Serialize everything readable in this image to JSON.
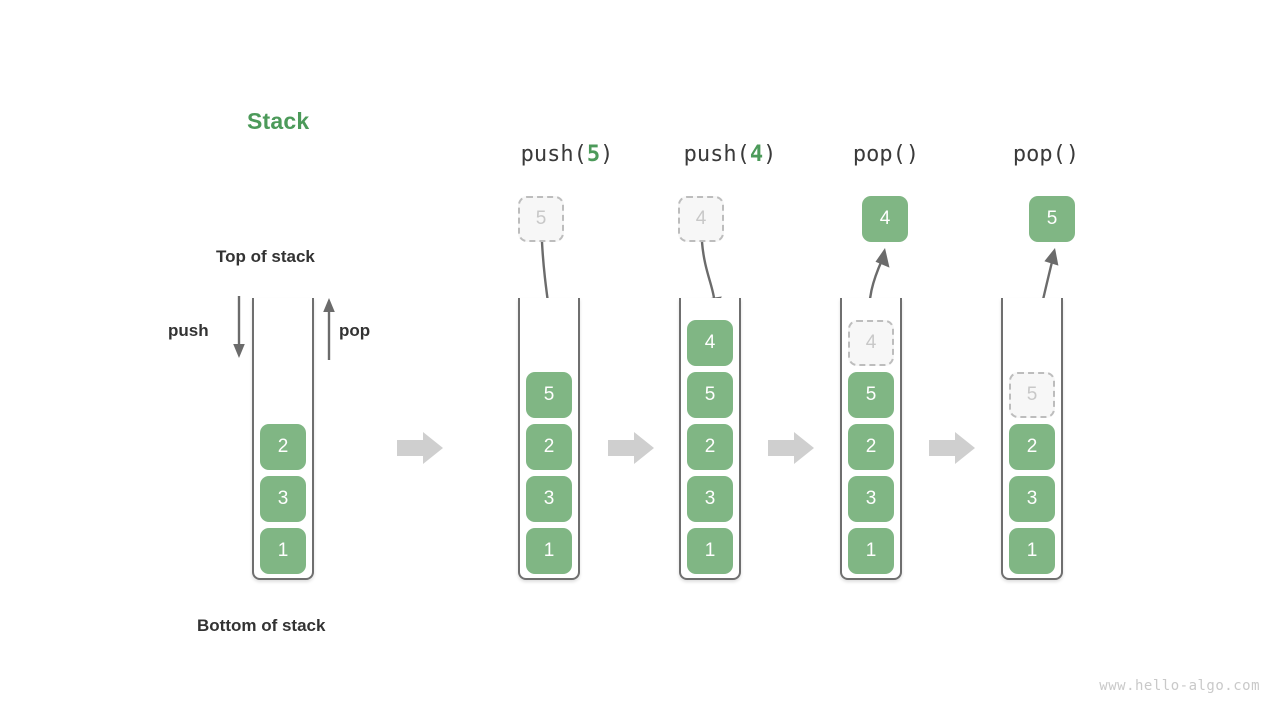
{
  "page": {
    "title": "Stack",
    "title_color": "#4c9a5a",
    "background": "#ffffff",
    "watermark": "www.hello-algo.com"
  },
  "labels": {
    "top_of_stack": "Top of stack",
    "bottom_of_stack": "Bottom of stack",
    "push": "push",
    "pop": "pop"
  },
  "colors": {
    "cell_fill": "#80b684",
    "cell_text": "#ffffff",
    "ghost_fill": "#f7f7f7",
    "ghost_border": "#bdbdbd",
    "ghost_text": "#c8c8c8",
    "container_border": "#6f6f6f",
    "arrow": "#6b6b6b",
    "block_arrow": "#cfcfcf",
    "label_text": "#333333",
    "accent_green": "#4c9a5a"
  },
  "icons": {
    "push_arrow": "arrow-down-icon",
    "pop_arrow": "arrow-up-icon",
    "transition": "block-arrow-right-icon"
  },
  "columns": [
    {
      "id": "initial",
      "header": null,
      "stack": [
        "2",
        "3",
        "1"
      ],
      "floating": null,
      "ghost_in_stack": null
    },
    {
      "id": "push-5",
      "header": {
        "fn": "push(",
        "arg": "5",
        "close": ")"
      },
      "stack": [
        "5",
        "2",
        "3",
        "1"
      ],
      "floating": {
        "value": "5",
        "style": "ghost"
      },
      "ghost_in_stack": null
    },
    {
      "id": "push-4",
      "header": {
        "fn": "push(",
        "arg": "4",
        "close": ")"
      },
      "stack": [
        "4",
        "5",
        "2",
        "3",
        "1"
      ],
      "floating": {
        "value": "4",
        "style": "ghost"
      },
      "ghost_in_stack": null
    },
    {
      "id": "pop-1",
      "header": {
        "fn": "pop(",
        "arg": "",
        "close": ")"
      },
      "stack": [
        "5",
        "2",
        "3",
        "1"
      ],
      "floating": {
        "value": "4",
        "style": "filled"
      },
      "ghost_in_stack": {
        "value": "4",
        "slot": 0
      }
    },
    {
      "id": "pop-2",
      "header": {
        "fn": "pop(",
        "arg": "",
        "close": ")"
      },
      "stack": [
        "2",
        "3",
        "1"
      ],
      "floating": {
        "value": "5",
        "style": "filled"
      },
      "ghost_in_stack": {
        "value": "5",
        "slot": 1
      }
    }
  ]
}
